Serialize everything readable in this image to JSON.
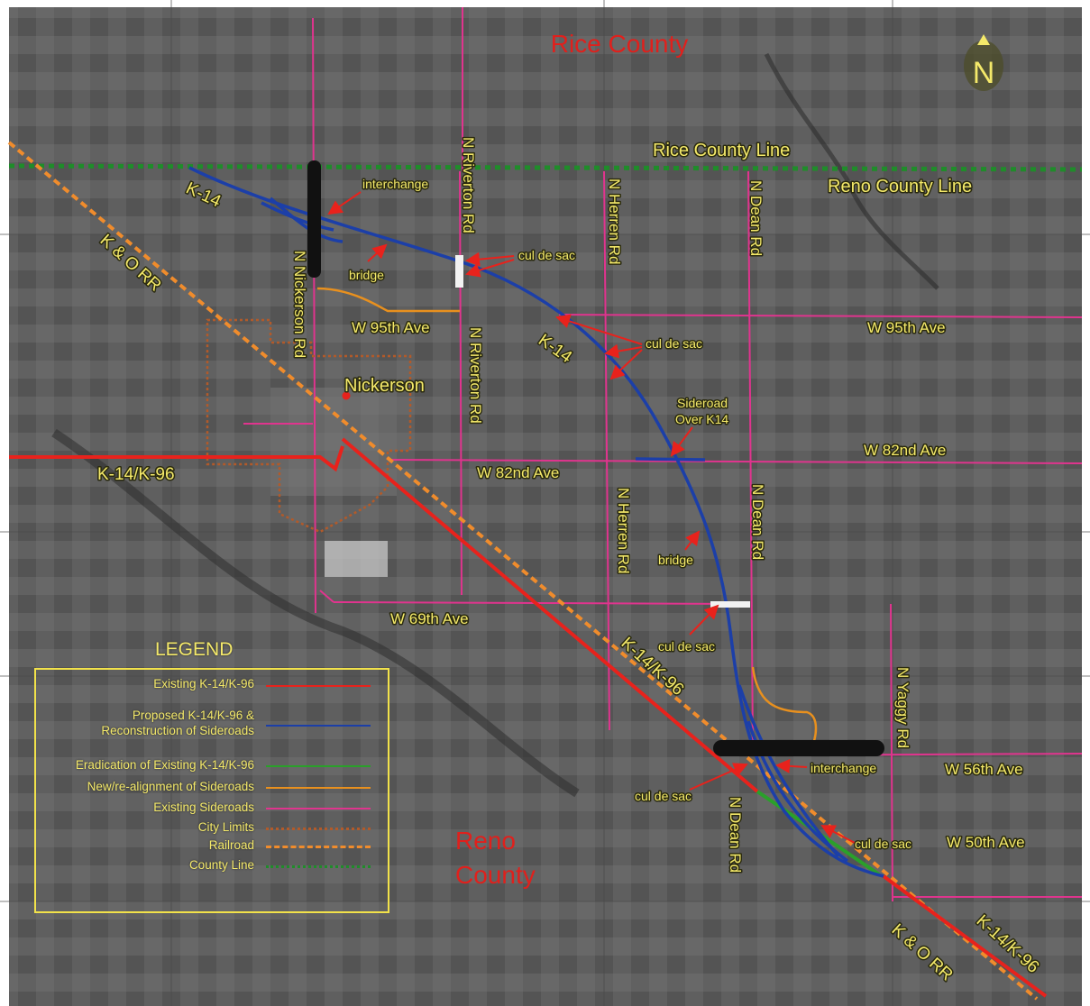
{
  "map": {
    "north_label": "N",
    "counties": {
      "north": "Rice County",
      "south_line1": "Reno",
      "south_line2": "County"
    },
    "boundary_labels": {
      "rice": "Rice County Line",
      "reno": "Reno County Line"
    },
    "town": "Nickerson",
    "roads": {
      "k14_nw": "K-14",
      "k14_mid": "K-14",
      "k14k96_west": "K-14/K-96",
      "k14k96_mid": "K-14/K-96",
      "k14k96_se": "K-14/K-96",
      "railroad_nw": "K & O RR",
      "railroad_se": "K & O RR",
      "nickerson_rd": "N Nickerson Rd",
      "riverton_rd_north": "N Riverton Rd",
      "riverton_rd_south": "N Riverton Rd",
      "herren_rd_north": "N Herren Rd",
      "herren_rd_south": "N Herren Rd",
      "dean_rd_north": "N Dean Rd",
      "dean_rd_mid": "N Dean Rd",
      "dean_rd_south": "N Dean Rd",
      "yaggy_rd": "N Yaggy Rd",
      "w95_west": "W 95th Ave",
      "w95_east": "W 95th Ave",
      "w82_west": "W 82nd Ave",
      "w82_east": "W 82nd Ave",
      "w69": "W 69th Ave",
      "w56": "W 56th Ave",
      "w50": "W 50th Ave"
    },
    "annotations": {
      "interchange_north": "interchange",
      "bridge_north": "bridge",
      "culdesac_riverton": "cul de sac",
      "culdesac_herren": "cul de sac",
      "sideroad_line1": "Sideroad",
      "sideroad_line2": "Over K14",
      "bridge_south": "bridge",
      "culdesac_dean": "cul de sac",
      "interchange_south": "interchange",
      "culdesac_sw": "cul de sac",
      "culdesac_se": "cul de sac"
    },
    "colors": {
      "existing_highway": "#e8221c",
      "proposed_highway": "#1c3fa8",
      "eradication": "#2aa02a",
      "new_sideroads": "#e8901e",
      "existing_sideroads": "#e0348e",
      "city_limits": "#b25a2a",
      "railroad": "#f08c2c",
      "county_line": "#1f8c2a",
      "label_yellow": "#f4e96a",
      "county_text": "#e0201c"
    }
  },
  "legend": {
    "title": "LEGEND",
    "items": [
      {
        "label": "Existing K-14/K-96",
        "label2": "",
        "color": "#e8221c",
        "style": "solid"
      },
      {
        "label": "Proposed K-14/K-96 &",
        "label2": "Reconstruction of Sideroads",
        "color": "#1c3fa8",
        "style": "solid"
      },
      {
        "label": "Eradication of Existing K-14/K-96",
        "label2": "",
        "color": "#2aa02a",
        "style": "solid"
      },
      {
        "label": "New/re-alignment of Sideroads",
        "label2": "",
        "color": "#e8901e",
        "style": "solid"
      },
      {
        "label": "Existing Sideroads",
        "label2": "",
        "color": "#e0348e",
        "style": "solid"
      },
      {
        "label": "City Limits",
        "label2": "",
        "color": "#b25a2a",
        "style": "dotted"
      },
      {
        "label": "Railroad",
        "label2": "",
        "color": "#f08c2c",
        "style": "dashed"
      },
      {
        "label": "County Line",
        "label2": "",
        "color": "#1f8c2a",
        "style": "dotted"
      }
    ]
  }
}
